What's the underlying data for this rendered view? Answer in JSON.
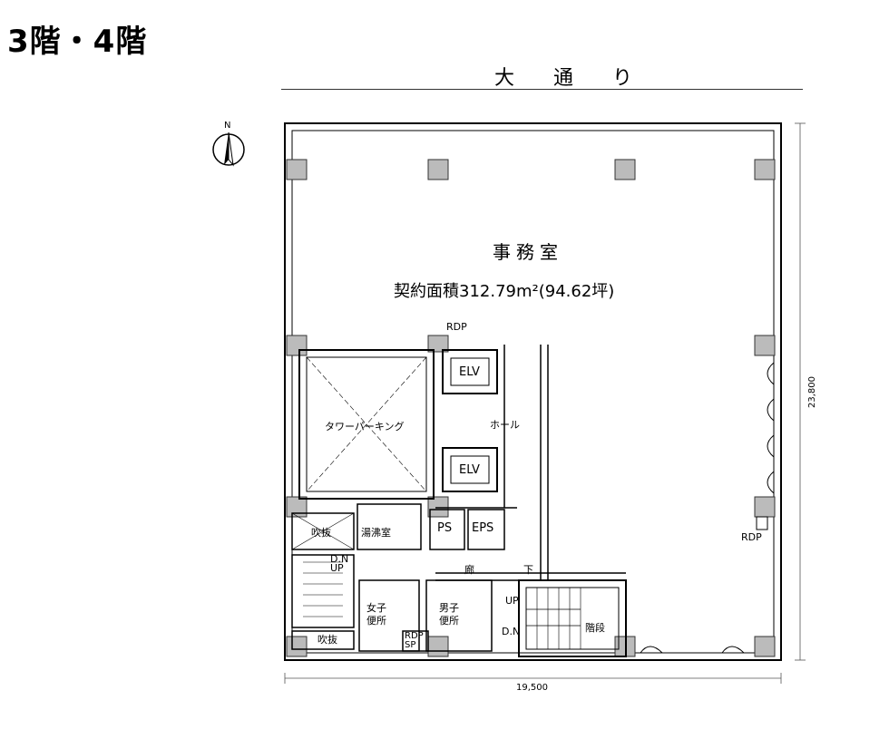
{
  "title": "3階・4階",
  "street": "大 通 り",
  "compass": {
    "label": "N",
    "icon": "north-arrow-icon"
  },
  "rooms": {
    "office": "事務室",
    "area": "契約面積312.79m²(94.62坪)",
    "tower_parking": "タワーパーキング",
    "hall": "ホール",
    "elv1": "ELV",
    "elv2": "ELV",
    "void1": "吹抜",
    "void2": "吹抜",
    "kitchen": "湯沸室",
    "ps": "PS",
    "eps": "EPS",
    "corridor": "廊",
    "down": "下",
    "womens_wc": "女子\n便所",
    "mens_wc": "男子\n便所",
    "stairs": "階段",
    "rdp_top": "RDP",
    "rdp_right": "RDP",
    "rdp_sp": "RDP\nSP",
    "dn_up": "D.N\nUP",
    "up": "UP",
    "dn": "D.N"
  },
  "dimensions": {
    "width": "19,500",
    "depth": "23,800"
  }
}
